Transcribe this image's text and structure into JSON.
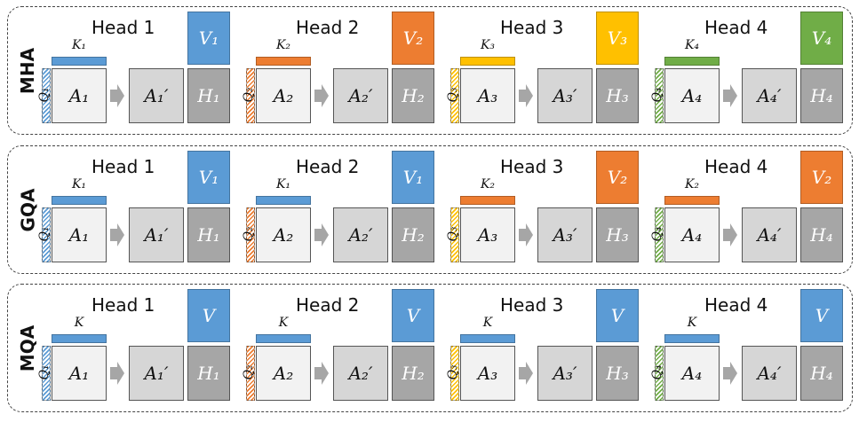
{
  "colors": {
    "blue": "#5b9bd5",
    "orange": "#ed7d31",
    "yellow": "#ffc000",
    "green": "#70ad47",
    "attn_light": "#f2f2f2",
    "attn_mid": "#d6d6d6",
    "head_out": "#a6a6a6"
  },
  "rows": [
    {
      "label": "MHA",
      "heads": [
        {
          "title": "Head 1",
          "k": "K₁",
          "k_color": "blue",
          "q": "Q₁",
          "q_color": "blue",
          "a": "A₁",
          "a_prime": "A₁′",
          "h": "H₁",
          "v": "V₁",
          "v_color": "blue"
        },
        {
          "title": "Head 2",
          "k": "K₂",
          "k_color": "orange",
          "q": "Q₂",
          "q_color": "orange",
          "a": "A₂",
          "a_prime": "A₂′",
          "h": "H₂",
          "v": "V₂",
          "v_color": "orange"
        },
        {
          "title": "Head 3",
          "k": "K₃",
          "k_color": "yellow",
          "q": "Q₃",
          "q_color": "yellow",
          "a": "A₃",
          "a_prime": "A₃′",
          "h": "H₃",
          "v": "V₃",
          "v_color": "yellow"
        },
        {
          "title": "Head 4",
          "k": "K₄",
          "k_color": "green",
          "q": "Q₄",
          "q_color": "green",
          "a": "A₄",
          "a_prime": "A₄′",
          "h": "H₄",
          "v": "V₄",
          "v_color": "green"
        }
      ]
    },
    {
      "label": "GQA",
      "heads": [
        {
          "title": "Head 1",
          "k": "K₁",
          "k_color": "blue",
          "q": "Q₁",
          "q_color": "blue",
          "a": "A₁",
          "a_prime": "A₁′",
          "h": "H₁",
          "v": "V₁",
          "v_color": "blue"
        },
        {
          "title": "Head 2",
          "k": "K₁",
          "k_color": "blue",
          "q": "Q₂",
          "q_color": "orange",
          "a": "A₂",
          "a_prime": "A₂′",
          "h": "H₂",
          "v": "V₁",
          "v_color": "blue"
        },
        {
          "title": "Head 3",
          "k": "K₂",
          "k_color": "orange",
          "q": "Q₃",
          "q_color": "yellow",
          "a": "A₃",
          "a_prime": "A₃′",
          "h": "H₃",
          "v": "V₂",
          "v_color": "orange"
        },
        {
          "title": "Head 4",
          "k": "K₂",
          "k_color": "orange",
          "q": "Q₄",
          "q_color": "green",
          "a": "A₄",
          "a_prime": "A₄′",
          "h": "H₄",
          "v": "V₂",
          "v_color": "orange"
        }
      ]
    },
    {
      "label": "MQA",
      "heads": [
        {
          "title": "Head 1",
          "k": "K",
          "k_color": "blue",
          "q": "Q₁",
          "q_color": "blue",
          "a": "A₁",
          "a_prime": "A₁′",
          "h": "H₁",
          "v": "V",
          "v_color": "blue"
        },
        {
          "title": "Head 2",
          "k": "K",
          "k_color": "blue",
          "q": "Q₂",
          "q_color": "orange",
          "a": "A₂",
          "a_prime": "A₂′",
          "h": "H₂",
          "v": "V",
          "v_color": "blue"
        },
        {
          "title": "Head 3",
          "k": "K",
          "k_color": "blue",
          "q": "Q₃",
          "q_color": "yellow",
          "a": "A₃",
          "a_prime": "A₃′",
          "h": "H₃",
          "v": "V",
          "v_color": "blue"
        },
        {
          "title": "Head 4",
          "k": "K",
          "k_color": "blue",
          "q": "Q₄",
          "q_color": "green",
          "a": "A₄",
          "a_prime": "A₄′",
          "h": "H₄",
          "v": "V",
          "v_color": "blue"
        }
      ]
    }
  ]
}
